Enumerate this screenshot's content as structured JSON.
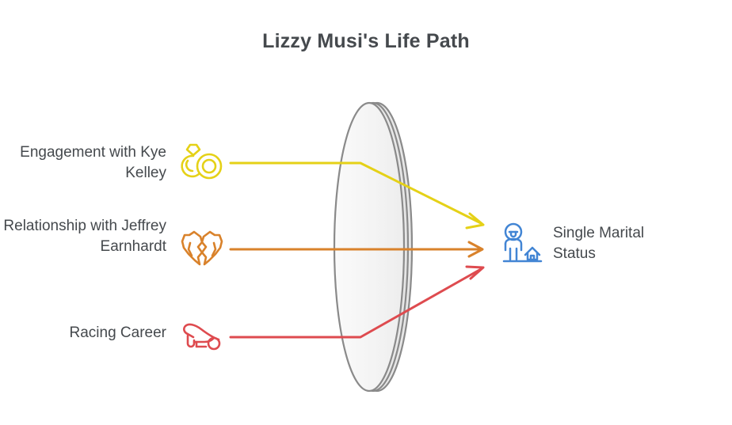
{
  "title": "Lizzy Musi's Life Path",
  "colors": {
    "text": "#45494d",
    "engagement": "#E5D117",
    "relationship": "#D9822B",
    "racing": "#DE4B4F",
    "outcome": "#4285D4",
    "disc_stroke": "#808080",
    "disc_fill": "#F4F4F4",
    "background": "#FFFFFF"
  },
  "inputs": [
    {
      "id": "engagement",
      "label": "Engagement with Kye Kelley",
      "icon": "engagement-ring-icon",
      "color": "#E5D117"
    },
    {
      "id": "relationship",
      "label": "Relationship with Jeffrey Earnhardt",
      "icon": "broken-heart-icon",
      "color": "#D9822B"
    },
    {
      "id": "racing",
      "label": "Racing Career",
      "icon": "race-car-icon",
      "color": "#DE4B4F"
    }
  ],
  "outcome": {
    "id": "single-marital-status",
    "label": "Single Marital Status",
    "icon": "person-with-house-icon",
    "color": "#4285D4"
  },
  "center": {
    "shape": "disc",
    "label": ""
  }
}
